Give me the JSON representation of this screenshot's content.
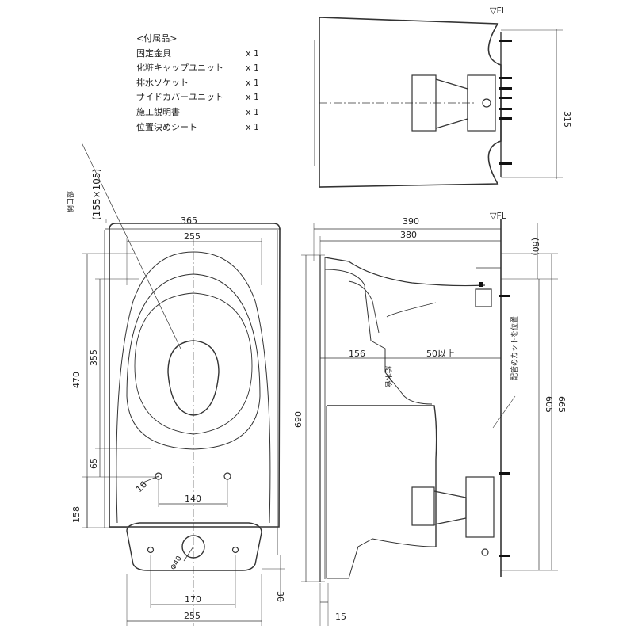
{
  "accessories": {
    "heading": "<付属品>",
    "items": [
      {
        "name": "固定金具",
        "qty": "x 1"
      },
      {
        "name": "化粧キャップユニット",
        "qty": "x 1"
      },
      {
        "name": "排水ソケット",
        "qty": "x 1"
      },
      {
        "name": "サイドカバーユニット",
        "qty": "x 1"
      },
      {
        "name": "施工説明書",
        "qty": "x 1"
      },
      {
        "name": "位置決めシート",
        "qty": "x 1"
      }
    ]
  },
  "plan_view": {
    "label_opening": "開口部",
    "label_opening_size": "(155×105)",
    "dim_top_outer": "365",
    "dim_top_inner": "255",
    "dim_left_470": "470",
    "dim_left_355": "355",
    "dim_left_65": "65",
    "dim_left_158": "158",
    "dim_hole_16": "16",
    "dim_140": "140",
    "dim_170": "170",
    "dim_bottom_255": "255",
    "dim_30": "30",
    "dim_phi": "Φ40"
  },
  "side_view": {
    "fl_label": "▽FL",
    "dim_390": "390",
    "dim_380": "380",
    "dim_60": "(60)",
    "dim_690": "690",
    "dim_665": "665",
    "dim_605": "605",
    "dim_156": "156",
    "dim_50up": "50以上",
    "dim_15": "15",
    "label_wall": "給水管",
    "label_pipe": "配管のカットを位置"
  },
  "top_view": {
    "fl_label": "▽FL",
    "dim_315": "315"
  }
}
